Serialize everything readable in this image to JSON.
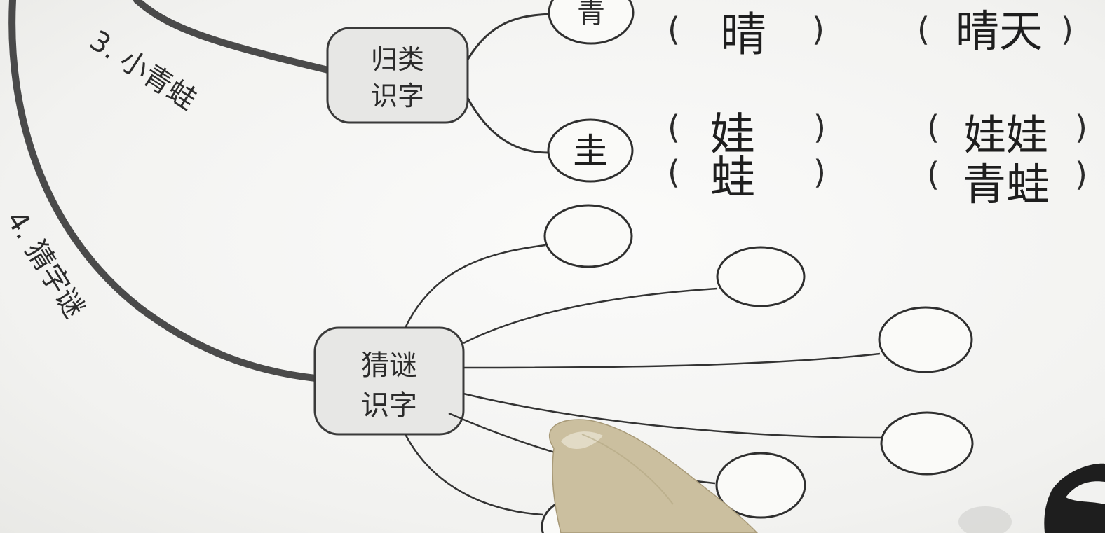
{
  "branches": {
    "branch_3": "3. 小青蛙",
    "branch_4": "4. 猜字谜"
  },
  "nodes": {
    "classify": {
      "line1": "归类",
      "line2": "识字"
    },
    "riddle": {
      "line1": "猜谜",
      "line2": "识字"
    }
  },
  "circles": {
    "qing": "青",
    "gui": "圭"
  },
  "answers": {
    "row_qing": {
      "char": "晴",
      "word": "晴天"
    },
    "row_gui_1": {
      "char": "娃",
      "word": "娃娃"
    },
    "row_gui_2": {
      "char": "蛙",
      "word": "青蛙"
    }
  },
  "riddle_blanks": [
    {
      "value": ""
    },
    {
      "value": ""
    },
    {
      "value": ""
    },
    {
      "value": ""
    },
    {
      "value": ""
    },
    {
      "value": ""
    }
  ],
  "colors": {
    "branch_line": "#4a4a4a",
    "node_fill": "#e7e7e5",
    "node_stroke": "#3a3a3a",
    "finger": "#c9bfa5"
  }
}
